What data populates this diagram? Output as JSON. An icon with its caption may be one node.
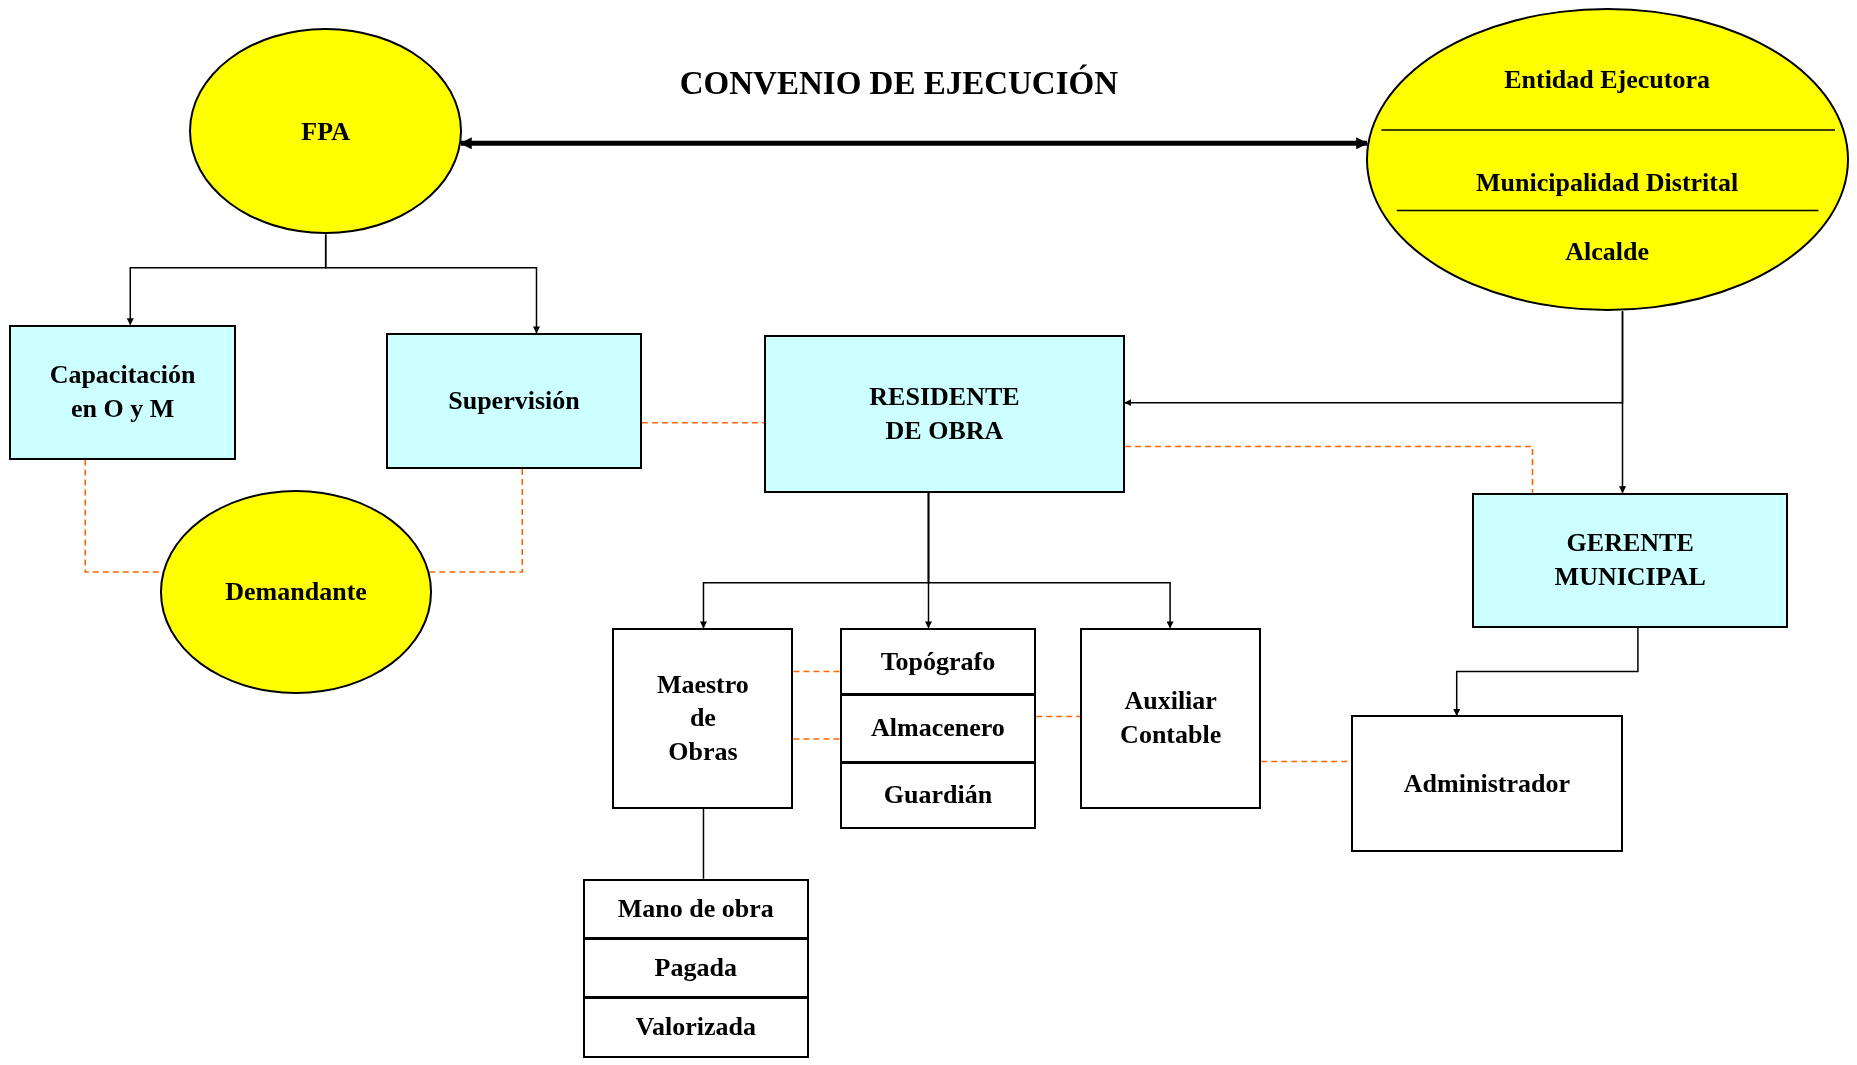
{
  "diagram": {
    "nodes": [
      {
        "text": [
          "FPA"
        ]
      },
      {
        "text": [
          "Entidad Ejecutora",
          "Municipalidad Distrital",
          "Alcalde"
        ]
      },
      {
        "text": [
          "Capacitación en O y M"
        ]
      },
      {
        "text": [
          "Supervisión"
        ]
      },
      {
        "text": [
          "RESIDENTE DE OBRA"
        ]
      },
      {
        "text": [
          "Demandante"
        ]
      },
      {
        "text": [
          "GERENTE MUNICIPAL"
        ]
      },
      {
        "text": [
          "Maestro de Obras"
        ]
      },
      {
        "text": [
          "Topógrafo"
        ]
      },
      {
        "text": [
          "Almacenero"
        ]
      },
      {
        "text": [
          "Guardián"
        ]
      },
      {
        "text": [
          "Auxiliar Contable"
        ]
      },
      {
        "text": [
          "Administrador"
        ]
      },
      {
        "text": [
          "Mano de obra"
        ]
      },
      {
        "text": [
          "Pagada"
        ]
      },
      {
        "text": [
          "Valorizada"
        ]
      }
    ],
    "edges": [
      {
        "from": 0,
        "to": 1,
        "arrow": "both",
        "style": "thick",
        "label": "CONVENIO DE EJECUCIÓN"
      },
      {
        "from": 0,
        "to": 2,
        "arrow": "to"
      },
      {
        "from": 0,
        "to": 3,
        "arrow": "to"
      },
      {
        "from": 3,
        "to": 4,
        "arrow": "none",
        "style": "dashed",
        "color": "#ff6600"
      },
      {
        "from": 2,
        "to": 5,
        "arrow": "none",
        "style": "dashed",
        "color": "#ff6600"
      },
      {
        "from": 3,
        "to": 5,
        "arrow": "none",
        "style": "dashed",
        "color": "#ff6600"
      },
      {
        "from": 1,
        "to": 4,
        "arrow": "to"
      },
      {
        "from": 1,
        "to": 6,
        "arrow": "to"
      },
      {
        "from": 4,
        "to": 6,
        "arrow": "none",
        "style": "dashed",
        "color": "#ff6600"
      },
      {
        "from": 4,
        "to": 7,
        "arrow": "to"
      },
      {
        "from": 4,
        "to": 8,
        "arrow": "to"
      },
      {
        "from": 4,
        "to": 11,
        "arrow": "to"
      },
      {
        "from": 7,
        "to": 8,
        "arrow": "none",
        "style": "dashed",
        "color": "#ff6600"
      },
      {
        "from": 7,
        "to": 9,
        "arrow": "none",
        "style": "dashed",
        "color": "#ff6600"
      },
      {
        "from": 9,
        "to": 11,
        "arrow": "none",
        "style": "dashed",
        "color": "#ff6600"
      },
      {
        "from": 11,
        "to": 12,
        "arrow": "none",
        "style": "dashed",
        "color": "#ff6600"
      },
      {
        "from": 6,
        "to": 12,
        "arrow": "to"
      },
      {
        "from": 7,
        "to": 13,
        "arrow": "none"
      }
    ]
  }
}
